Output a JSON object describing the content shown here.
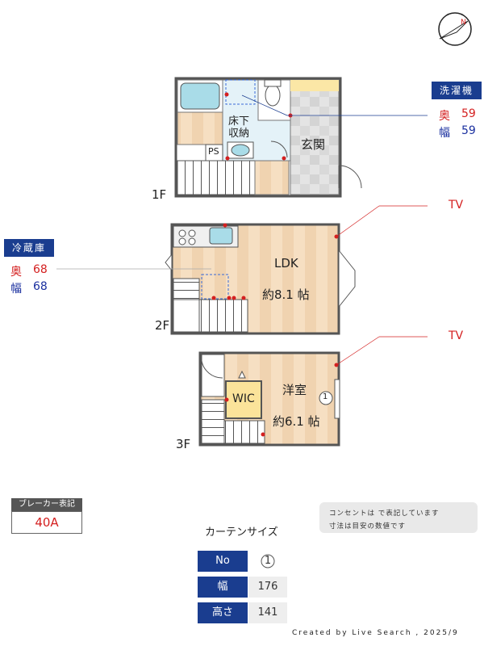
{
  "floors": {
    "f1": "1F",
    "f2": "2F",
    "f3": "3F"
  },
  "rooms": {
    "underfloor_storage": "床下\n収納",
    "ps": "PS",
    "genkan": "玄関",
    "ldk": "LDK",
    "ldk_size": "約8.1 帖",
    "wic": "WIC",
    "youshitsu": "洋室",
    "youshitsu_size": "約6.1 帖",
    "window_no": "1"
  },
  "tv_labels": [
    "TV",
    "TV"
  ],
  "washer": {
    "title": "洗濯機",
    "depth_label": "奥",
    "depth_value": "59",
    "width_label": "幅",
    "width_value": "59"
  },
  "fridge": {
    "title": "冷蔵庫",
    "depth_label": "奥",
    "depth_value": "68",
    "width_label": "幅",
    "width_value": "68"
  },
  "breaker": {
    "title": "ブレーカー表記",
    "value": "40A"
  },
  "notes": {
    "line1": "コンセントは  で表記しています",
    "line2": "寸法は目安の数値です"
  },
  "curtain": {
    "title": "カーテンサイズ",
    "rows": [
      {
        "label": "No",
        "value": "1"
      },
      {
        "label": "幅",
        "value": "176"
      },
      {
        "label": "高さ",
        "value": "141"
      }
    ]
  },
  "credit": "Created by Live Search , 2025/9",
  "colors": {
    "accent_blue": "#1a3d8f",
    "outlet_red": "#d42020",
    "wood": "#f3d9b8",
    "wall": "#555555"
  }
}
